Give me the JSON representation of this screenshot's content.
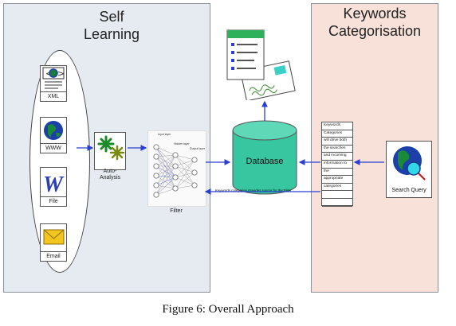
{
  "self_learning": {
    "title": "Self\nLearning"
  },
  "keywords": {
    "title": "Keywords\nCategorisation"
  },
  "sources": [
    {
      "label": "XML",
      "icon": "xml-document-icon"
    },
    {
      "label": "WWW",
      "icon": "globe-icon"
    },
    {
      "label": "File",
      "icon": "word-file-icon"
    },
    {
      "label": "Email",
      "icon": "envelope-icon"
    }
  ],
  "auto_analysis": {
    "label": "Auto-\nAnalysis",
    "icon": "gears-icon"
  },
  "filter": {
    "label": "Filter",
    "layer_labels": [
      "Input layer",
      "Hidden layer",
      "Output layer"
    ]
  },
  "database": {
    "label": "Database",
    "icon": "database-cylinder-icon"
  },
  "report": {
    "icon": "report-document-icon"
  },
  "keyword_list": [
    "Keywords",
    "Categories",
    "will drive both",
    "the searches",
    "and incoming",
    "information to",
    "the",
    "appropriate",
    "categories",
    "",
    ""
  ],
  "search_query": {
    "label": "Search Query",
    "icon": "globe-search-icon"
  },
  "feedback_note": "Keywords categories provides source for the Filter",
  "caption": "Figure 6: Overall Approach",
  "colors": {
    "arrow": "#2a3fd0",
    "db_fill": "#38c6a0",
    "self_bg": "#e6ebf2",
    "kw_bg": "#f7e1d8"
  }
}
